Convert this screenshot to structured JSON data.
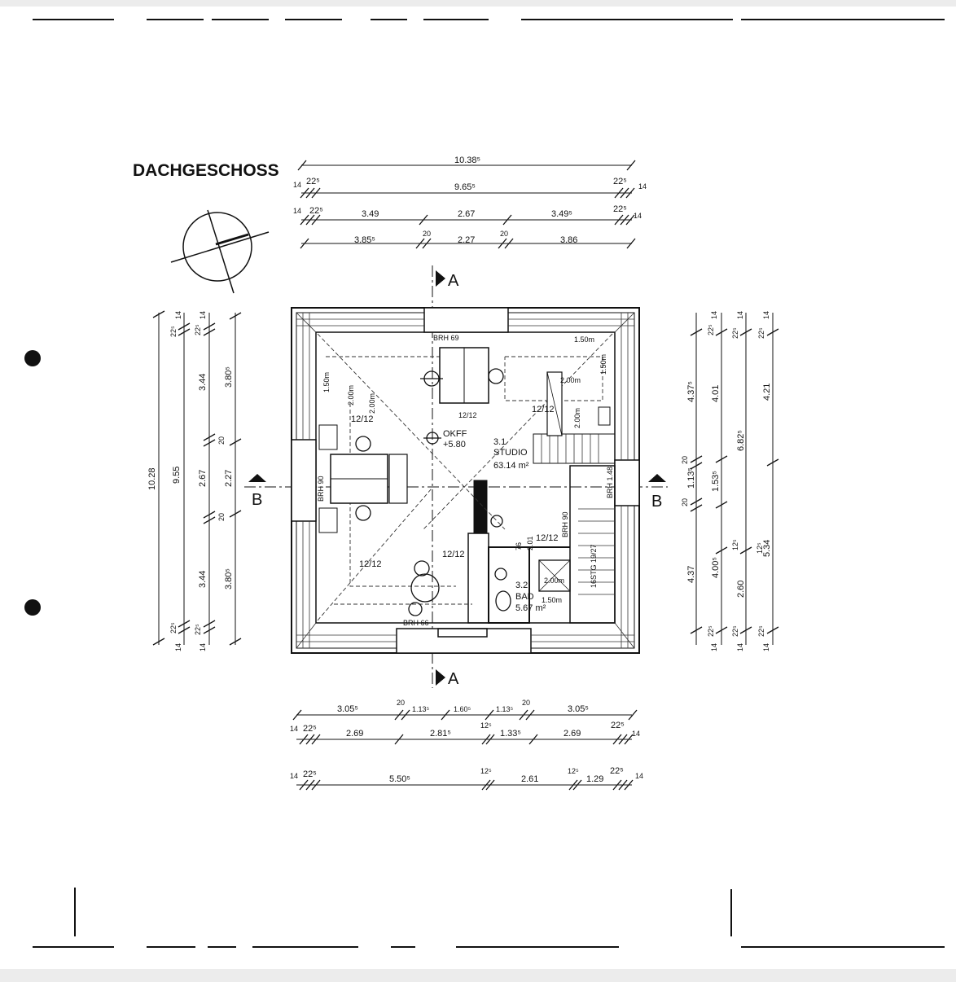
{
  "title": "DACHGESCHOSS",
  "section_marks": {
    "a": "A",
    "b": "B"
  },
  "rooms": {
    "studio_number": "3.1",
    "studio_name": "STUDIO",
    "studio_area": "63.14 m²",
    "bad_number": "3.2",
    "bad_name": "BAD",
    "bad_area": "5.67 m²",
    "okff": "OKFF",
    "okff_level": "+5.80"
  },
  "plan_labels": {
    "skylight": "12/12",
    "brh_top": "BRH 69",
    "brh_bottom": "BRH 66",
    "brh_left": "BRH 90",
    "brh_mid": "BRH 90",
    "brh_right": "BRH 1.48",
    "h_150a": "1.50m",
    "h_150b": "1.50m",
    "h_150c": "1.50m",
    "h_150d": "1.50m",
    "h_200a": "2.00m",
    "h_200b": "2.00m",
    "h_200c": "2.00m",
    "h_200d": "2.00m",
    "h_200e": "2.00m",
    "stair": "16STG 19/27",
    "num_76": "76",
    "num_201": "2.01"
  },
  "dimensions": {
    "top": {
      "r1": [
        "10.38⁵"
      ],
      "r2": [
        "14",
        "22⁵",
        "9.65⁵",
        "22⁵",
        "14"
      ],
      "r3": [
        "14",
        "22⁵",
        "3.49",
        "2.67",
        "3.49⁵",
        "22⁵",
        "14"
      ],
      "r4": [
        "3.85⁵",
        "20",
        "2.27",
        "20",
        "3.86"
      ]
    },
    "bottom": {
      "r1": [
        "3.05⁵",
        "20",
        "1.13⁵",
        "1.60⁵",
        "1.13⁵",
        "20",
        "3.05⁵"
      ],
      "r2": [
        "14",
        "22⁵",
        "2.69",
        "2.81⁵",
        "12⁵",
        "1.33⁵",
        "2.69",
        "22⁵",
        "14"
      ],
      "r3": [
        "14",
        "22⁵",
        "5.50⁵",
        "12⁵",
        "2.61",
        "12⁵",
        "1.29",
        "22⁵",
        "14"
      ]
    },
    "left": {
      "c1": [
        "10.28"
      ],
      "c2": [
        "9.55",
        "22⁵",
        "22⁵",
        "14",
        "14"
      ],
      "c3": [
        "3.44",
        "2.67",
        "3.44",
        "20",
        "20",
        "22⁵",
        "22⁵",
        "14",
        "14"
      ],
      "c4": [
        "3.80⁵",
        "2.27",
        "3.80⁵"
      ]
    },
    "right": {
      "c1": [
        "4.37⁵",
        "20",
        "1.13⁵",
        "20",
        "4.37",
        "22⁵",
        "22⁵",
        "14",
        "14"
      ],
      "c2": [
        "4.01",
        "1.53⁵",
        "4.00⁵",
        "2.60",
        "12⁵",
        "22⁵",
        "22⁵",
        "14",
        "14"
      ],
      "c3": [
        "6.82⁵",
        "4.21",
        "5.34",
        "12⁵",
        "22⁵",
        "22⁵",
        "14",
        "14"
      ]
    }
  }
}
